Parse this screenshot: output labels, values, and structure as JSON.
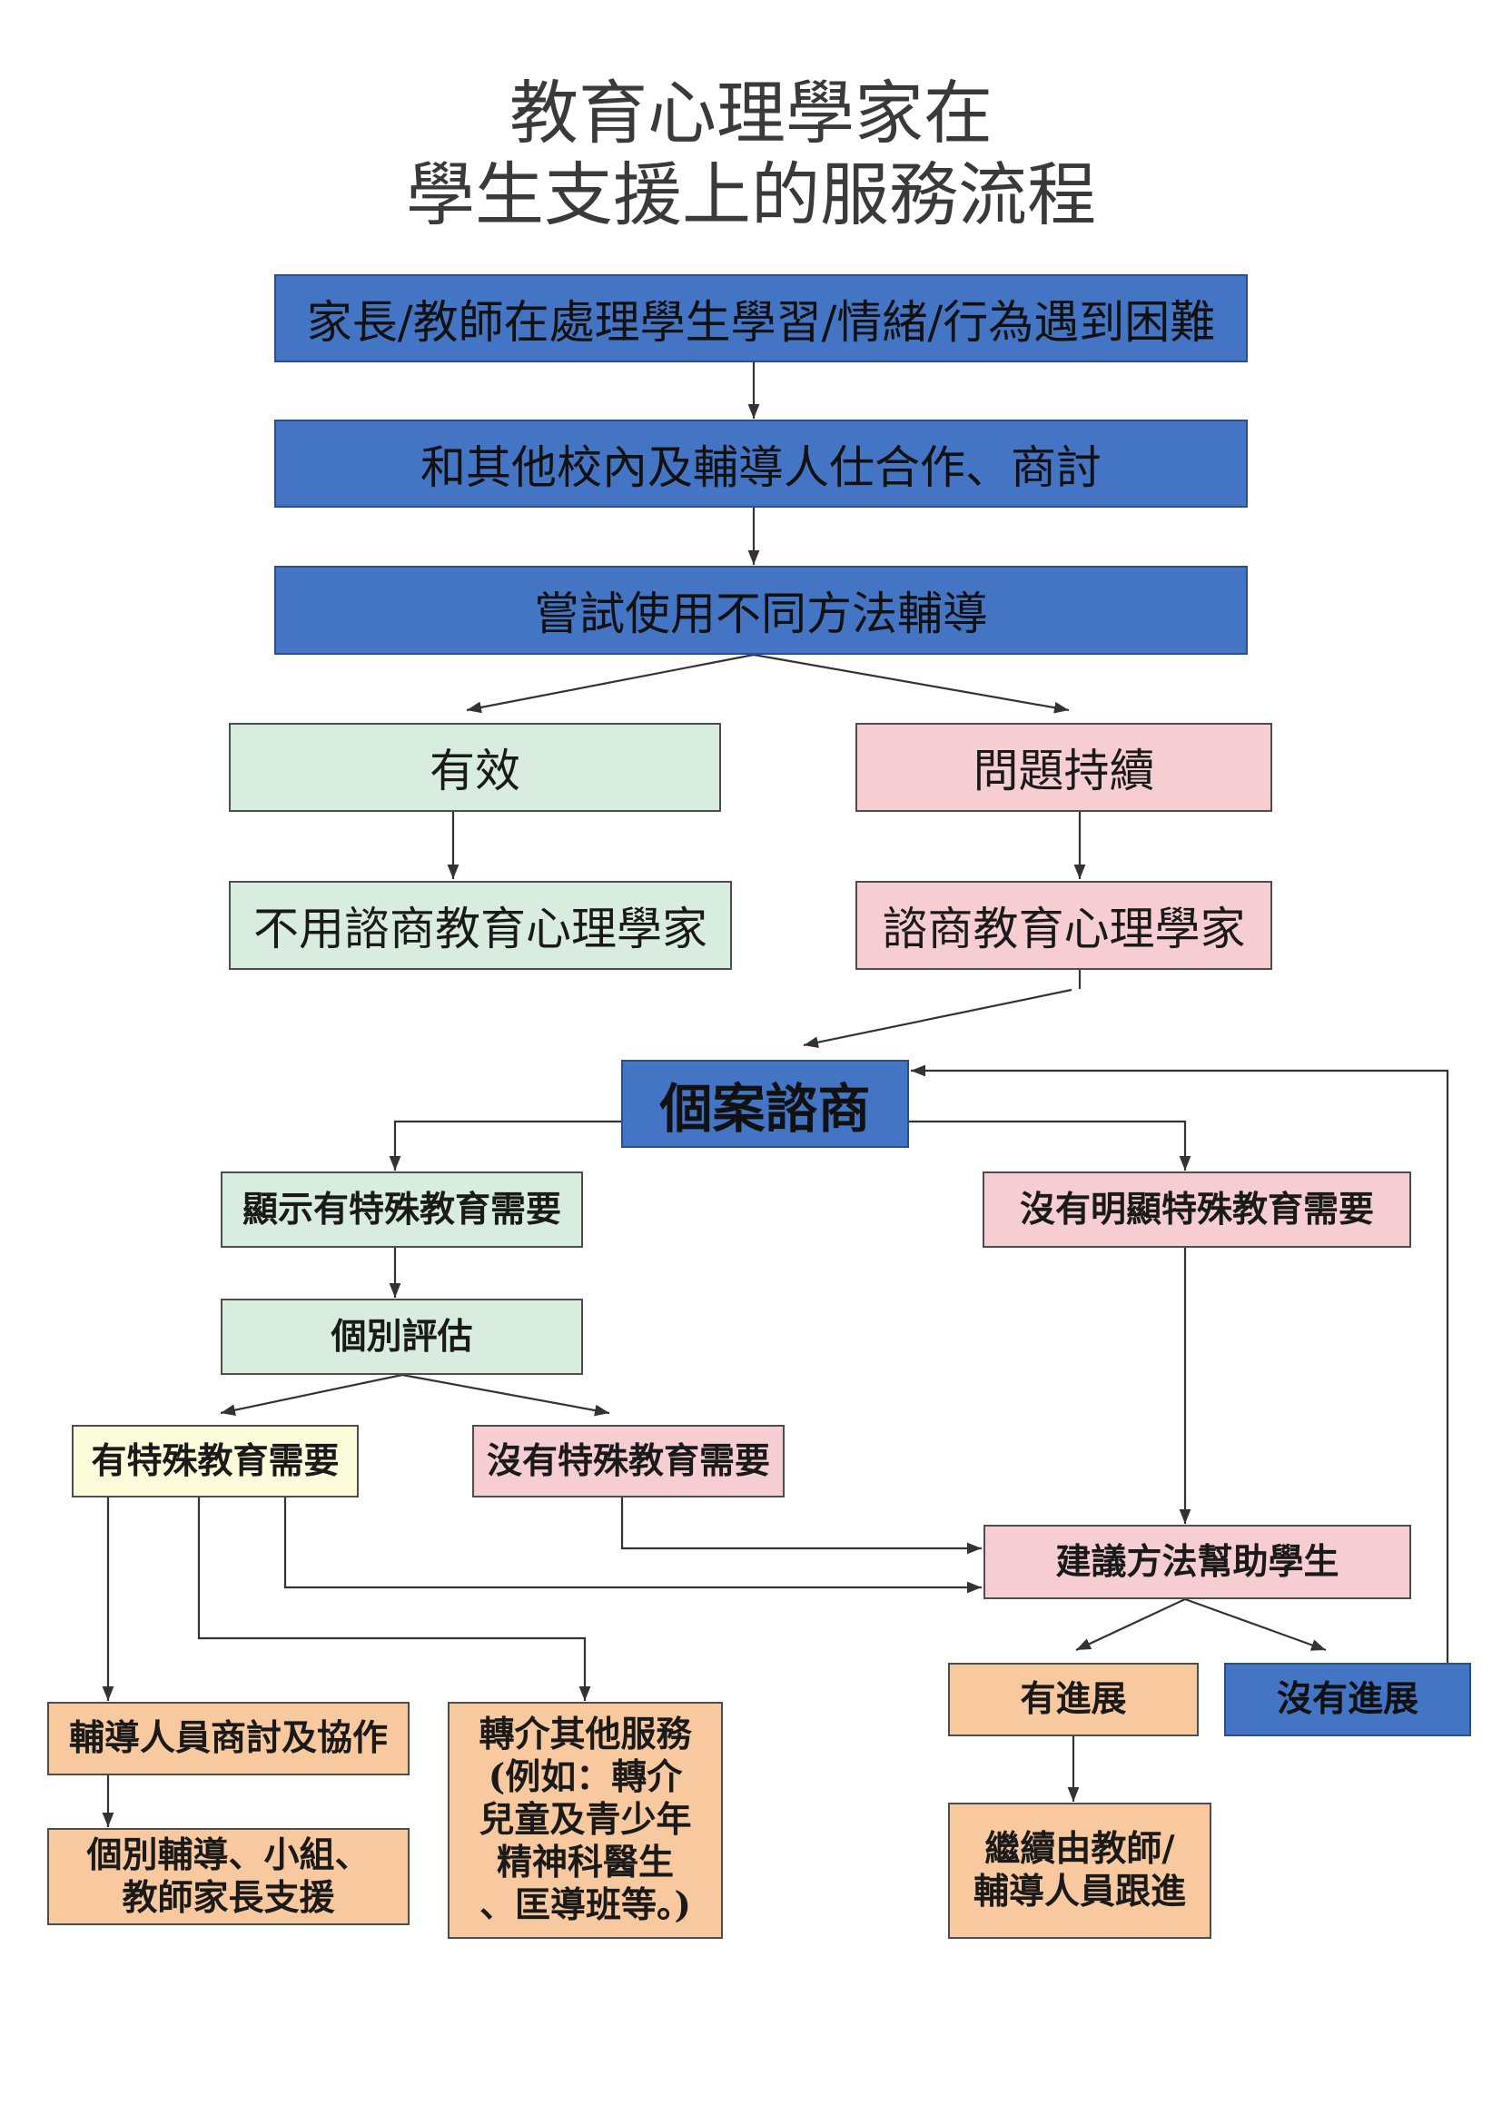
{
  "title": {
    "line1": "教育心理學家在",
    "line2": "學生支援上的服務流程"
  },
  "flow": {
    "step1": "家長/教師在處理學生學習/情緒/行為遇到困難",
    "step2": "和其他校內及輔導人仕合作、商討",
    "step3": "嘗試使用不同方法輔導",
    "effective": "有效",
    "problem_persists": "問題持續",
    "no_consult": "不用諮商教育心理學家",
    "consult": "諮商教育心理學家",
    "case_consultation": "個案諮商",
    "shows_sen": "顯示有特殊教育需要",
    "no_obvious_sen": "沒有明顯特殊教育需要",
    "individual_assessment": "個別評估",
    "has_sen": "有特殊教育需要",
    "no_sen": "沒有特殊教育需要",
    "suggest_methods": "建議方法幫助學生",
    "counselor_collab": "輔導人員商討及協作",
    "referral": [
      "轉介其他服務",
      "(例如：轉介",
      "兒童及青少年",
      "精神科醫生",
      "、匡導班等。)"
    ],
    "support": [
      "個別輔導、小組、",
      "教師家長支援"
    ],
    "progress": "有進展",
    "no_progress": "沒有進展",
    "follow_up": [
      "繼續由教師/",
      "輔導人員跟進"
    ]
  },
  "colors": {
    "blue": "#4474c4",
    "green": "#d8ecdf",
    "pink": "#f5cdd3",
    "yellow": "#fdfcda",
    "peach": "#f8c99f"
  }
}
